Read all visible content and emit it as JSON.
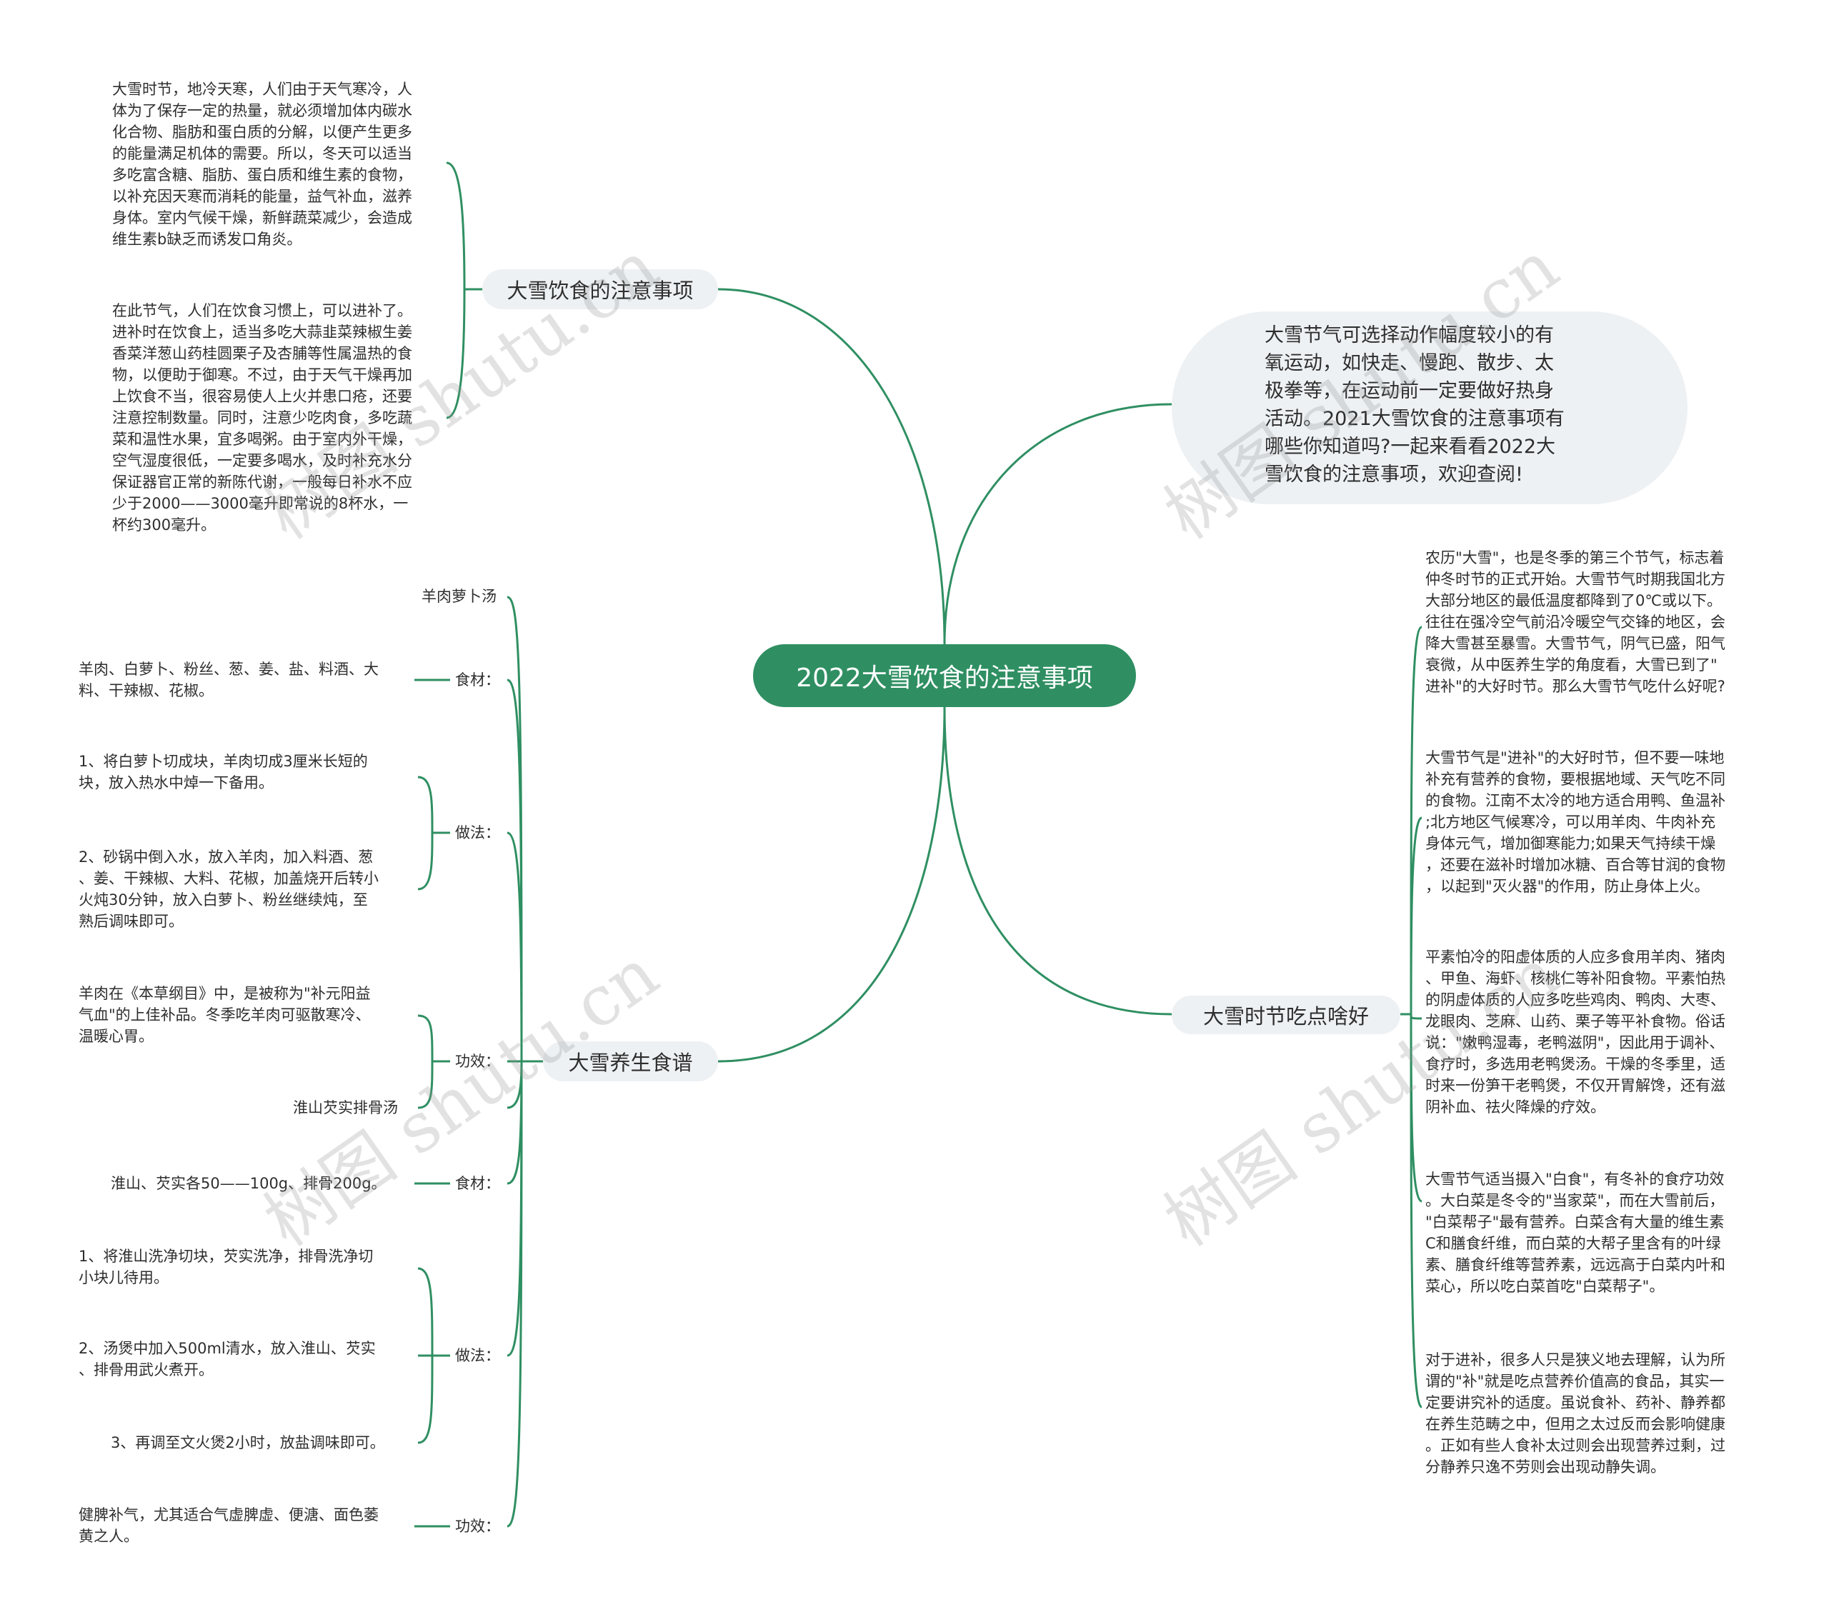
{
  "root": {
    "title": "2022大雪饮食的注意事项"
  },
  "summary": {
    "text": "大雪节气可选择动作幅度较小的有\n氧运动，如快走、慢跑、散步、太\n极拳等，在运动前一定要做好热身\n活动。2021大雪饮食的注意事项有\n哪些你知道吗?一起来看看2022大\n雪饮食的注意事项，欢迎查阅!"
  },
  "branch_diet": {
    "label": "大雪饮食的注意事项",
    "items": [
      "大雪时节，地冷天寒，人们由于天气寒冷，人\n体为了保存一定的热量，就必须增加体内碳水\n化合物、脂肪和蛋白质的分解，以便产生更多\n的能量满足机体的需要。所以，冬天可以适当\n多吃富含糖、脂肪、蛋白质和维生素的食物，\n以补充因天寒而消耗的能量，益气补血，滋养\n身体。室内气候干燥，新鲜蔬菜减少，会造成\n维生素b缺乏而诱发口角炎。",
      "在此节气，人们在饮食习惯上，可以进补了。\n进补时在饮食上，适当多吃大蒜韭菜辣椒生姜\n香菜洋葱山药桂圆栗子及杏脯等性属温热的食\n物，以便助于御寒。不过，由于天气干燥再加\n上饮食不当，很容易使人上火并患口疮，还要\n注意控制数量。同时，注意少吃肉食，多吃蔬\n菜和温性水果，宜多喝粥。由于室内外干燥，\n空气湿度很低，一定要多喝水，及时补充水分\n保证器官正常的新陈代谢，一般每日补水不应\n少于2000——3000毫升即常说的8杯水，一\n杯约300毫升。"
    ]
  },
  "branch_eat": {
    "label": "大雪时节吃点啥好",
    "items": [
      "农历\"大雪\"，也是冬季的第三个节气，标志着\n仲冬时节的正式开始。大雪节气时期我国北方\n大部分地区的最低温度都降到了0℃或以下。\n往往在强冷空气前沿冷暖空气交锋的地区，会\n降大雪甚至暴雪。大雪节气，阴气已盛，阳气\n衰微，从中医养生学的角度看，大雪已到了\"\n进补\"的大好时节。那么大雪节气吃什么好呢?",
      "大雪节气是\"进补\"的大好时节，但不要一味地\n补充有营养的食物，要根据地域、天气吃不同\n的食物。江南不太冷的地方适合用鸭、鱼温补\n;北方地区气候寒冷，可以用羊肉、牛肉补充\n身体元气，增加御寒能力;如果天气持续干燥\n，还要在滋补时增加冰糖、百合等甘润的食物\n，以起到\"灭火器\"的作用，防止身体上火。",
      "平素怕冷的阳虚体质的人应多食用羊肉、猪肉\n、甲鱼、海虾、核桃仁等补阳食物。平素怕热\n的阴虚体质的人应多吃些鸡肉、鸭肉、大枣、\n龙眼肉、芝麻、山药、栗子等平补食物。俗话\n说：\"嫩鸭湿毒，老鸭滋阴\"，因此用于调补、\n食疗时，多选用老鸭煲汤。干燥的冬季里，适\n时来一份笋干老鸭煲，不仅开胃解馋，还有滋\n阴补血、祛火降燥的疗效。",
      "大雪节气适当摄入\"白食\"，有冬补的食疗功效\n。大白菜是冬令的\"当家菜\"，而在大雪前后，\n\"白菜帮子\"最有营养。白菜含有大量的维生素\nC和膳食纤维，而白菜的大帮子里含有的叶绿\n素、膳食纤维等营养素，远远高于白菜内叶和\n菜心，所以吃白菜首吃\"白菜帮子\"。",
      "对于进补，很多人只是狭义地去理解，认为所\n谓的\"补\"就是吃点营养价值高的食品，其实一\n定要讲究补的适度。虽说食补、药补、静养都\n在养生范畴之中，但用之太过反而会影响健康\n。正如有些人食补太过则会出现营养过剩，过\n分静养只逸不劳则会出现动静失调。"
    ]
  },
  "branch_recipe": {
    "label": "大雪养生食谱",
    "recipe1": {
      "name": "羊肉萝卜汤",
      "ingredients_label": "食材：",
      "ingredients": "羊肉、白萝卜、粉丝、葱、姜、盐、料酒、大\n料、干辣椒、花椒。",
      "method_label": "做法：",
      "steps": [
        "1、将白萝卜切成块，羊肉切成3厘米长短的\n块，放入热水中焯一下备用。",
        "2、砂锅中倒入水，放入羊肉，加入料酒、葱\n、姜、干辣椒、大料、花椒，加盖烧开后转小\n火炖30分钟，放入白萝卜、粉丝继续炖，至\n熟后调味即可。"
      ],
      "effect_label": "功效：",
      "effect": "羊肉在《本草纲目》中，是被称为\"补元阳益\n气血\"的上佳补品。冬季吃羊肉可驱散寒冷、\n温暖心胃。"
    },
    "recipe2": {
      "name": "淮山芡实排骨汤",
      "ingredients_label": "食材：",
      "ingredients": "淮山、芡实各50——100g、排骨200g。",
      "method_label": "做法：",
      "steps": [
        "1、将淮山洗净切块，芡实洗净，排骨洗净切\n小块儿待用。",
        "2、汤煲中加入500ml清水，放入淮山、芡实\n、排骨用武火煮开。",
        "3、再调至文火煲2小时，放盐调味即可。"
      ],
      "effect_label": "功效：",
      "effect": "健脾补气，尤其适合气虚脾虚、便溏、面色萎\n黄之人。"
    }
  },
  "watermark": "树图 shutu.cn",
  "colors": {
    "line": "#2f8f62",
    "root_fill": "#2f8f62",
    "branch_fill": "#eef1f4"
  }
}
